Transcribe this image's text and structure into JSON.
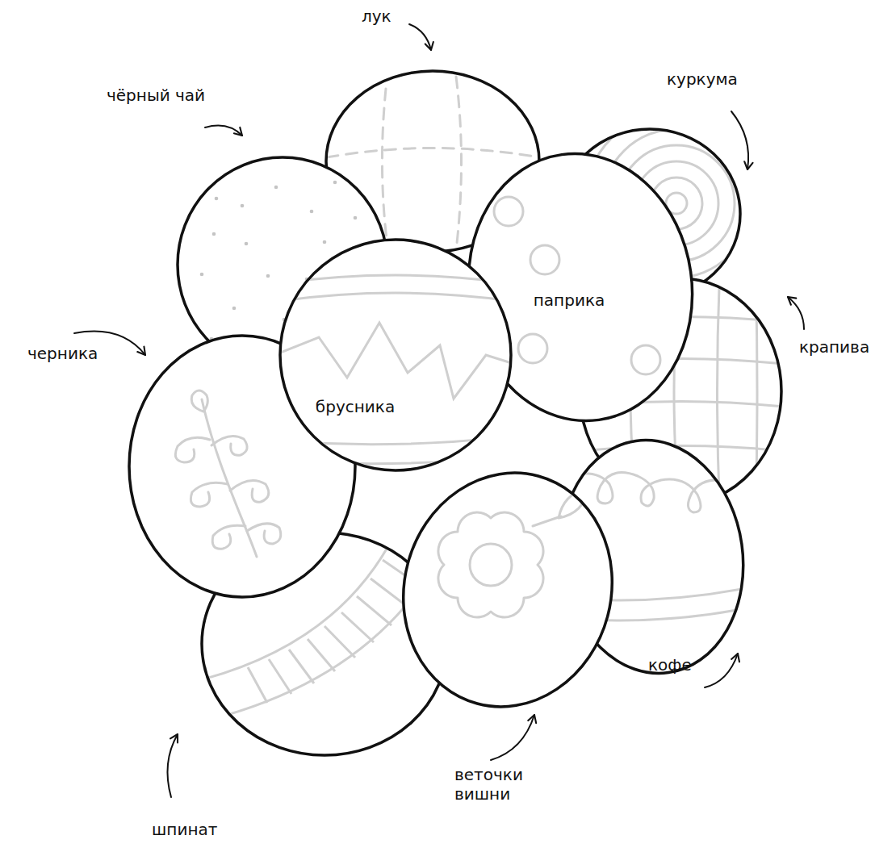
{
  "diagram": {
    "nodes": [
      {
        "text": [
          "паприка"
        ]
      },
      {
        "text": [
          "брусника"
        ]
      }
    ],
    "labels": [
      "лук",
      "чёрный чай",
      "куркума",
      "черника",
      "крапива",
      "кофе",
      "веточки вишни",
      "шпинат"
    ]
  }
}
